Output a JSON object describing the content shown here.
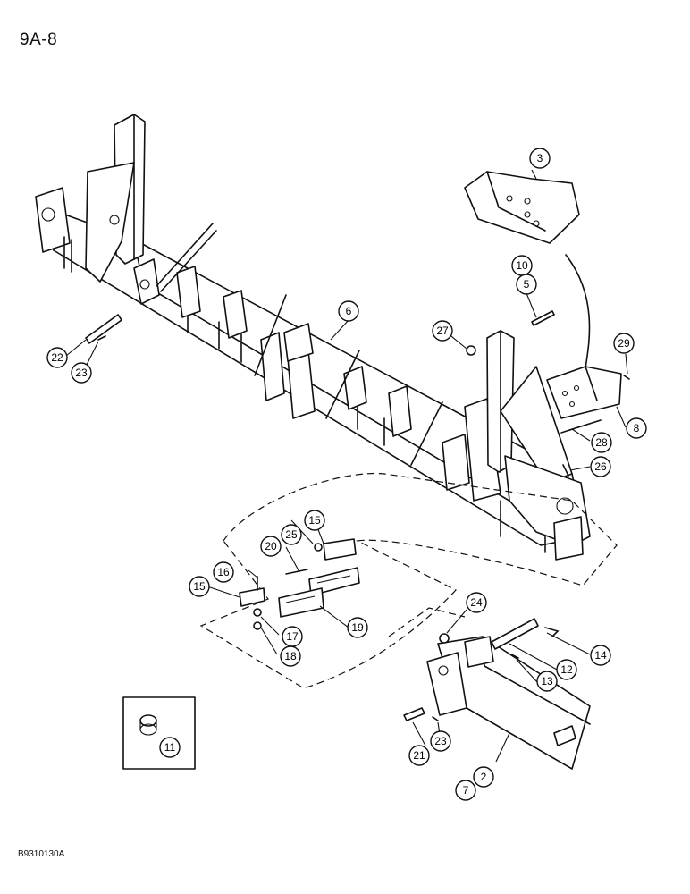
{
  "page_label": "9A-8",
  "figure_code": "B9310130A",
  "callouts": {
    "c3": "3",
    "c10": "10",
    "c5": "5",
    "c6": "6",
    "c27": "27",
    "c29": "29",
    "c8": "8",
    "c28": "28",
    "c26": "26",
    "c22": "22",
    "c23a": "23",
    "c15a": "15",
    "c25": "25",
    "c20": "20",
    "c16": "16",
    "c15b": "15",
    "c19": "19",
    "c17": "17",
    "c18": "18",
    "c24": "24",
    "c14": "14",
    "c12": "12",
    "c13": "13",
    "c11": "11",
    "c21": "21",
    "c23b": "23",
    "c2": "2",
    "c7": "7"
  }
}
